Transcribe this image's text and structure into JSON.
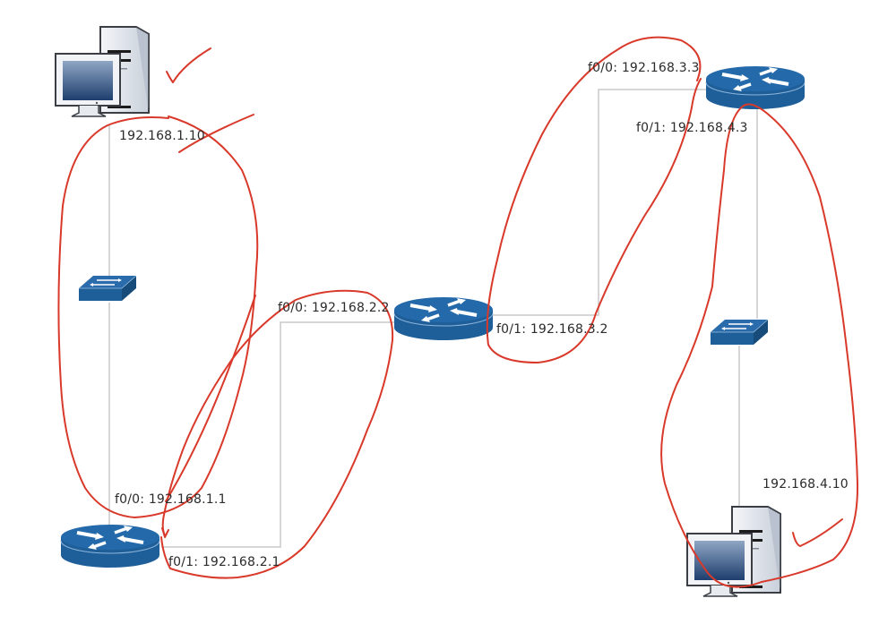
{
  "diagram": {
    "title": "Network topology with routed segments",
    "colors": {
      "device_blue": "#1f5f99",
      "device_blue_dark": "#174b7a",
      "link_gray": "#c8c8c8",
      "annotation_red": "#d9392a",
      "label_text": "#2b2b2b"
    },
    "devices": [
      {
        "id": "pc1",
        "type": "workstation",
        "icon": "computer-icon",
        "ip": "192.168.1.10"
      },
      {
        "id": "sw1",
        "type": "switch",
        "icon": "switch-icon"
      },
      {
        "id": "r1",
        "type": "router",
        "icon": "router-icon",
        "interfaces": [
          {
            "name": "f0/0",
            "label": "f0/0: 192.168.1.1"
          },
          {
            "name": "f0/1",
            "label": "f0/1: 192.168.2.1"
          }
        ]
      },
      {
        "id": "r2",
        "type": "router",
        "icon": "router-icon",
        "interfaces": [
          {
            "name": "f0/0",
            "label": "f0/0: 192.168.2.2"
          },
          {
            "name": "f0/1",
            "label": "f0/1: 192.168.3.2"
          }
        ]
      },
      {
        "id": "r3",
        "type": "router",
        "icon": "router-icon",
        "interfaces": [
          {
            "name": "f0/0",
            "label": "f0/0: 192.168.3.3"
          },
          {
            "name": "f0/1",
            "label": "f0/1: 192.168.4.3"
          }
        ]
      },
      {
        "id": "sw2",
        "type": "switch",
        "icon": "switch-icon"
      },
      {
        "id": "pc2",
        "type": "workstation",
        "icon": "computer-icon",
        "ip": "192.168.4.10"
      }
    ],
    "links": [
      {
        "from": "pc1",
        "to": "sw1"
      },
      {
        "from": "sw1",
        "to": "r1"
      },
      {
        "from": "r1",
        "to": "r2"
      },
      {
        "from": "r2",
        "to": "r3"
      },
      {
        "from": "r3",
        "to": "sw2"
      },
      {
        "from": "sw2",
        "to": "pc2"
      }
    ],
    "annotations": [
      {
        "type": "checkmark",
        "near": "pc1"
      },
      {
        "type": "loop",
        "encloses": "segment 192.168.1.0 (pc1 - sw1 - r1)"
      },
      {
        "type": "loop",
        "encloses": "segment 192.168.2.0 (r1 - r2)"
      },
      {
        "type": "loop",
        "encloses": "segment 192.168.3.0 (r2 - r3)"
      },
      {
        "type": "loop",
        "encloses": "segment 192.168.4.0 (r3 - sw2 - pc2)"
      },
      {
        "type": "checkmark",
        "near": "pc2"
      }
    ]
  }
}
